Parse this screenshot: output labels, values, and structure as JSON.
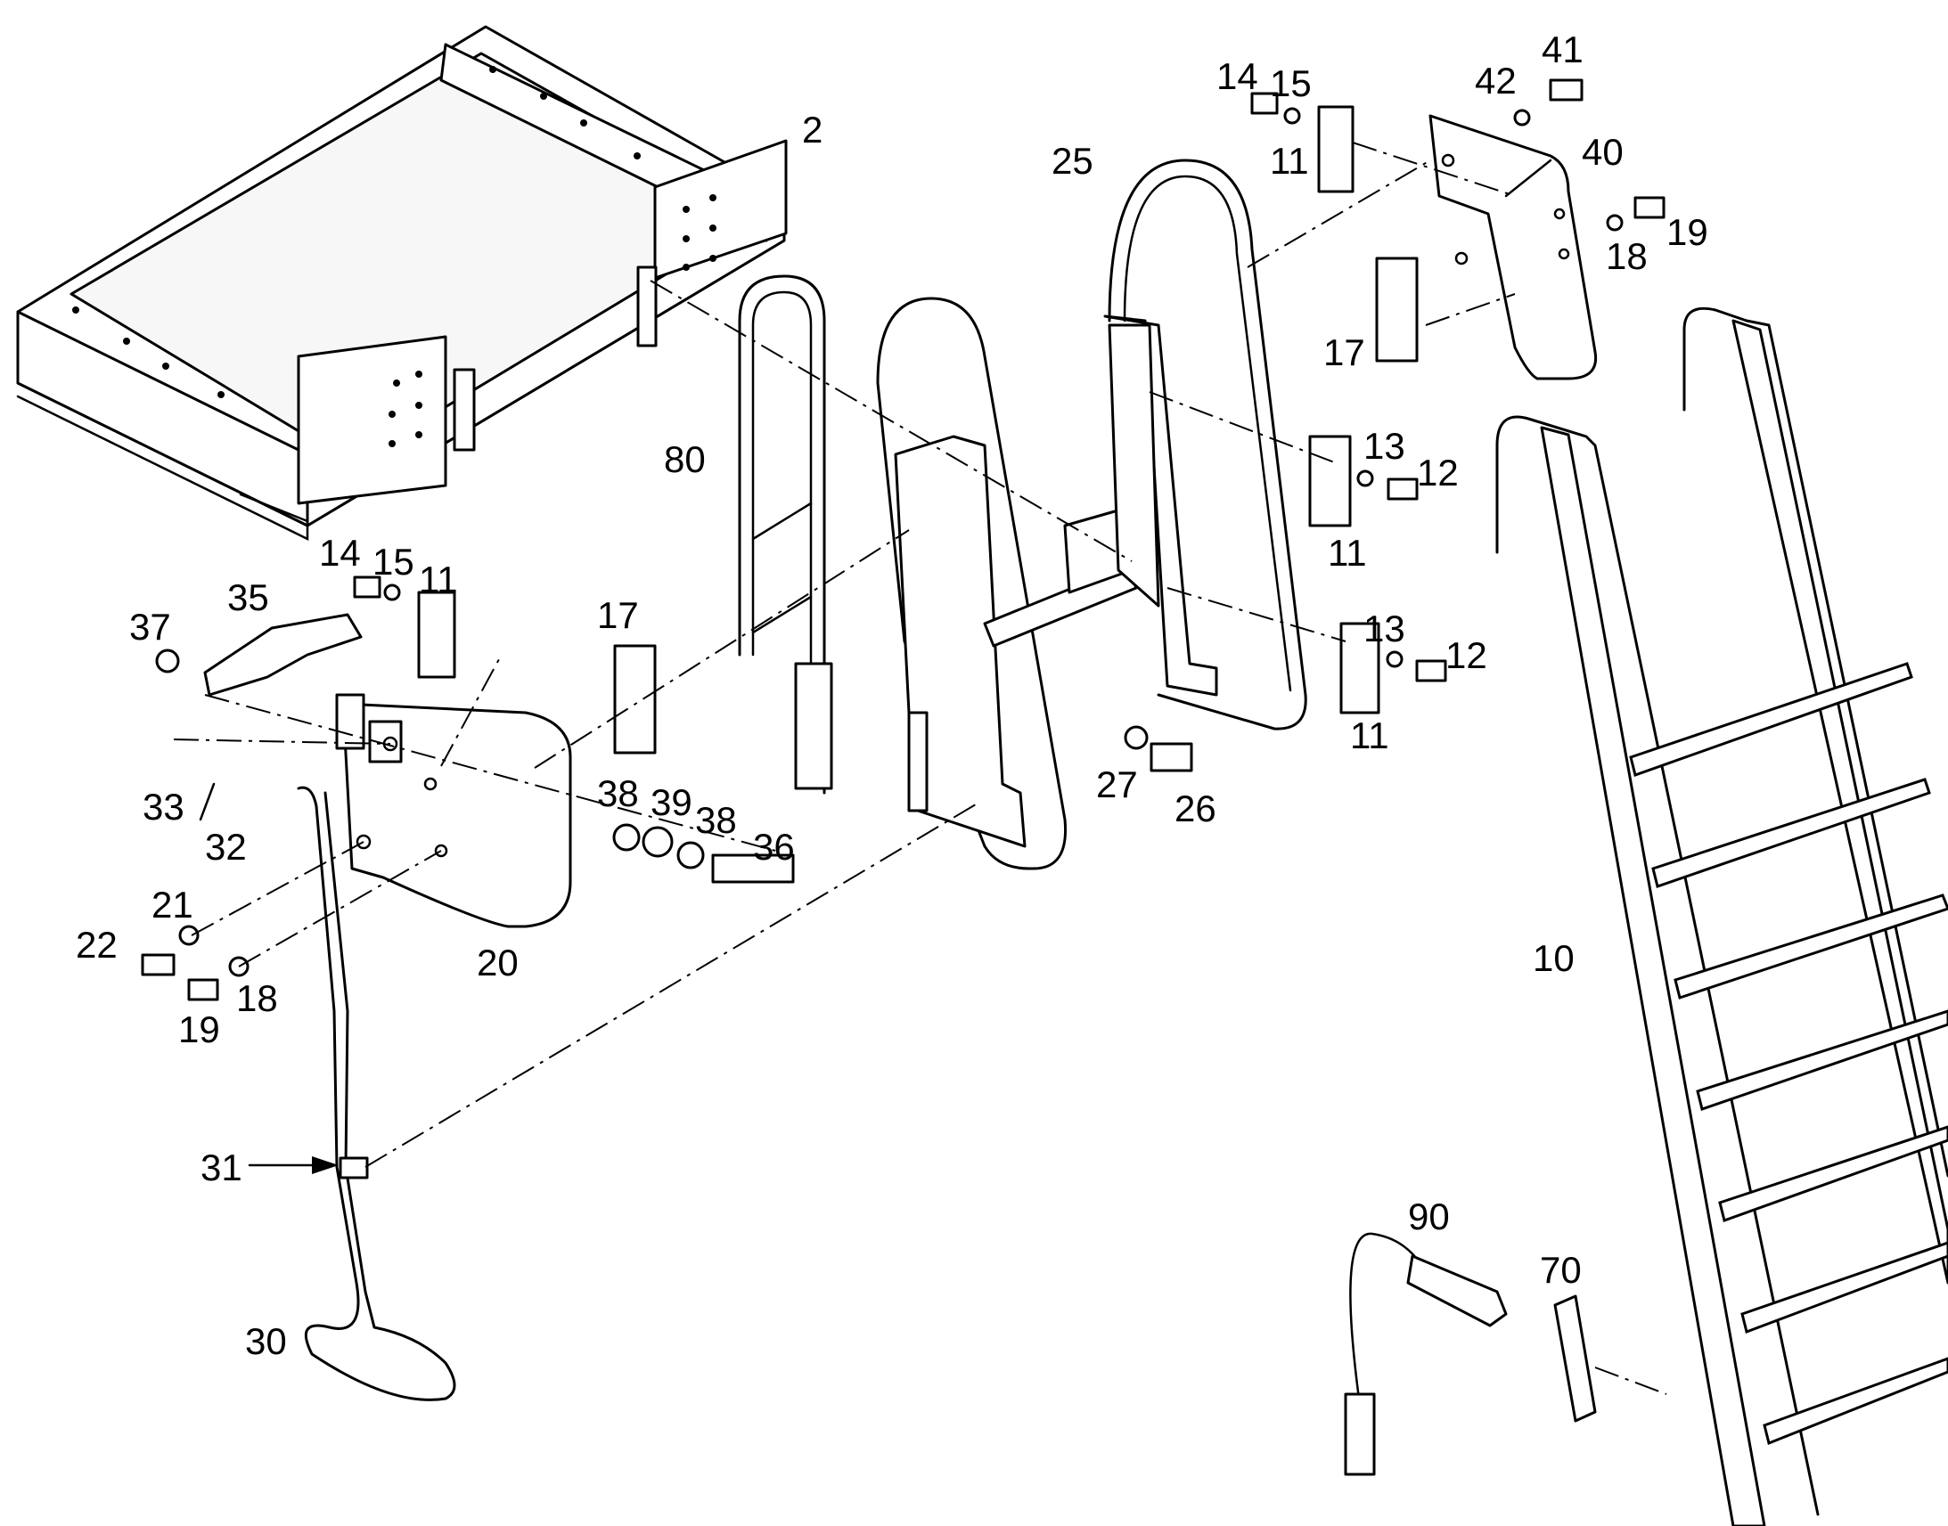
{
  "colors": {
    "line": "#000000",
    "background": "#ffffff"
  },
  "labels": [
    {
      "id": "p2",
      "text": "2"
    },
    {
      "id": "p80",
      "text": "80"
    },
    {
      "id": "p25",
      "text": "25"
    },
    {
      "id": "p41",
      "text": "41"
    },
    {
      "id": "p42",
      "text": "42"
    },
    {
      "id": "p14a",
      "text": "14"
    },
    {
      "id": "p15a",
      "text": "15"
    },
    {
      "id": "p11a",
      "text": "11"
    },
    {
      "id": "p40",
      "text": "40"
    },
    {
      "id": "p18a",
      "text": "18"
    },
    {
      "id": "p19a",
      "text": "19"
    },
    {
      "id": "p17a",
      "text": "17"
    },
    {
      "id": "p13a",
      "text": "13"
    },
    {
      "id": "p12a",
      "text": "12"
    },
    {
      "id": "p11b",
      "text": "11"
    },
    {
      "id": "p13b",
      "text": "13"
    },
    {
      "id": "p12b",
      "text": "12"
    },
    {
      "id": "p11c",
      "text": "11"
    },
    {
      "id": "p27",
      "text": "27"
    },
    {
      "id": "p26",
      "text": "26"
    },
    {
      "id": "p14b",
      "text": "14"
    },
    {
      "id": "p15b",
      "text": "15"
    },
    {
      "id": "p11d",
      "text": "11"
    },
    {
      "id": "p35",
      "text": "35"
    },
    {
      "id": "p37",
      "text": "37"
    },
    {
      "id": "p17b",
      "text": "17"
    },
    {
      "id": "p38a",
      "text": "38"
    },
    {
      "id": "p39",
      "text": "39"
    },
    {
      "id": "p38b",
      "text": "38"
    },
    {
      "id": "p36",
      "text": "36"
    },
    {
      "id": "p33",
      "text": "33"
    },
    {
      "id": "p32",
      "text": "32"
    },
    {
      "id": "p21",
      "text": "21"
    },
    {
      "id": "p22",
      "text": "22"
    },
    {
      "id": "p18b",
      "text": "18"
    },
    {
      "id": "p19b",
      "text": "19"
    },
    {
      "id": "p20",
      "text": "20"
    },
    {
      "id": "p31",
      "text": "31"
    },
    {
      "id": "p30",
      "text": "30"
    },
    {
      "id": "p10",
      "text": "10"
    },
    {
      "id": "p90",
      "text": "90"
    },
    {
      "id": "p70",
      "text": "70"
    }
  ]
}
